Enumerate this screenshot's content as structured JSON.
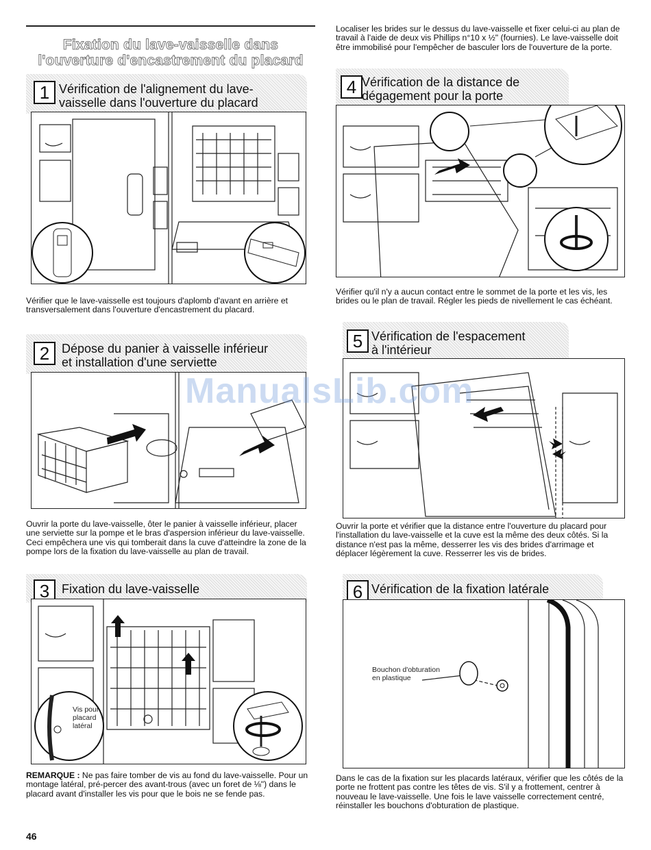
{
  "section_title": "Fixation du lave-vaisselle dans\nl'ouverture d'encastrement du placard",
  "top_right_paragraph": "Localiser les brides sur le dessus du lave-vaisselle et fixer celui-ci au plan de travail à l'aide de deux vis Phillips n°10 x ½\" (fournies). Le lave-vaisselle doit être immobilisé pour l'empêcher de basculer lors de l'ouverture de la porte.",
  "steps": [
    {
      "number": "1",
      "title": "Vérification de l'alignement du lave-\nvaisselle dans l'ouverture du placard",
      "text": "Vérifier que le lave-vaisselle est toujours d'aplomb d'avant en arrière et transversalement dans l'ouverture d'encastrement du placard."
    },
    {
      "number": "2",
      "title": "Dépose du panier à vaisselle inférieur\net installation d'une serviette",
      "text": "Ouvrir la porte du lave-vaisselle, ôter le panier à vaisselle inférieur, placer une serviette sur la pompe et le bras d'aspersion inférieur du lave-vaisselle. Ceci empêchera une vis qui tomberait dans la cuve d'atteindre la zone de la pompe lors de la fixation du lave-vaisselle au plan de travail."
    },
    {
      "number": "3",
      "title": "Fixation du lave-vaisselle",
      "callout": "Vis pour\nplacard\nlatéral",
      "note_label": "REMARQUE :",
      "text": " Ne pas faire tomber de vis au fond du lave-vaisselle. Pour un montage latéral, pré-percer des avant-trous (avec un foret de ⅛\") dans le placard avant d'installer les vis pour que le bois ne se fende pas."
    },
    {
      "number": "4",
      "title": "Vérification de la distance de\ndégagement pour la porte",
      "text": "Vérifier qu'il n'y a aucun contact entre le sommet de la porte et les vis, les brides ou le plan de travail. Régler les pieds de nivellement le cas échéant."
    },
    {
      "number": "5",
      "title": "Vérification de l'espacement\nà l'intérieur",
      "text": "Ouvrir la porte et vérifier que la distance entre l'ouverture du placard pour l'installation du lave-vaisselle et la cuve est la même des deux côtés. Si la distance n'est pas la même, desserrer les vis des brides d'arrimage et déplacer légèrement la cuve. Resserrer les vis de brides."
    },
    {
      "number": "6",
      "title": "Vérification de la fixation latérale",
      "callout": "Bouchon d'obturation\nen plastique",
      "text": "Dans le cas de la fixation sur les placards latéraux, vérifier que les côtés de la porte ne frottent pas contre les têtes de vis. S'il y a frottement, centrer à nouveau le lave-vaisselle. Une fois le lave vaisselle correctement centré, réinstaller les bouchons d'obturation de plastique."
    }
  ],
  "watermark": "ManualsLib.com",
  "page_number": "46",
  "colors": {
    "text": "#111111",
    "hatch": "#dcdcdc",
    "watermark": "#78a0dc"
  }
}
